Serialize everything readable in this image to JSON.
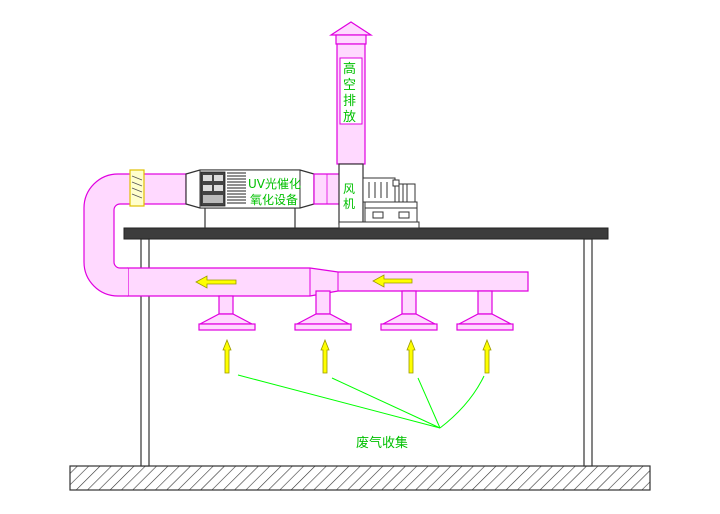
{
  "labels": {
    "exhaust_stack": [
      "高",
      "空",
      "排",
      "放"
    ],
    "uv_device_line1": "UV光催化",
    "uv_device_line2": "氧化设备",
    "fan": [
      "风",
      "机"
    ],
    "waste_gas_collection": "废气收集"
  },
  "colors": {
    "duct": "#e000e0",
    "duct_fill": "#ffd9ff",
    "label_green": "#00c000",
    "arrow_fill": "#ffff00",
    "arrow_stroke": "#9a9a00",
    "filter_stroke": "#e0c000",
    "table_top": "#3c3c3c",
    "structure": "#333333",
    "leader_line": "#00ff00"
  }
}
